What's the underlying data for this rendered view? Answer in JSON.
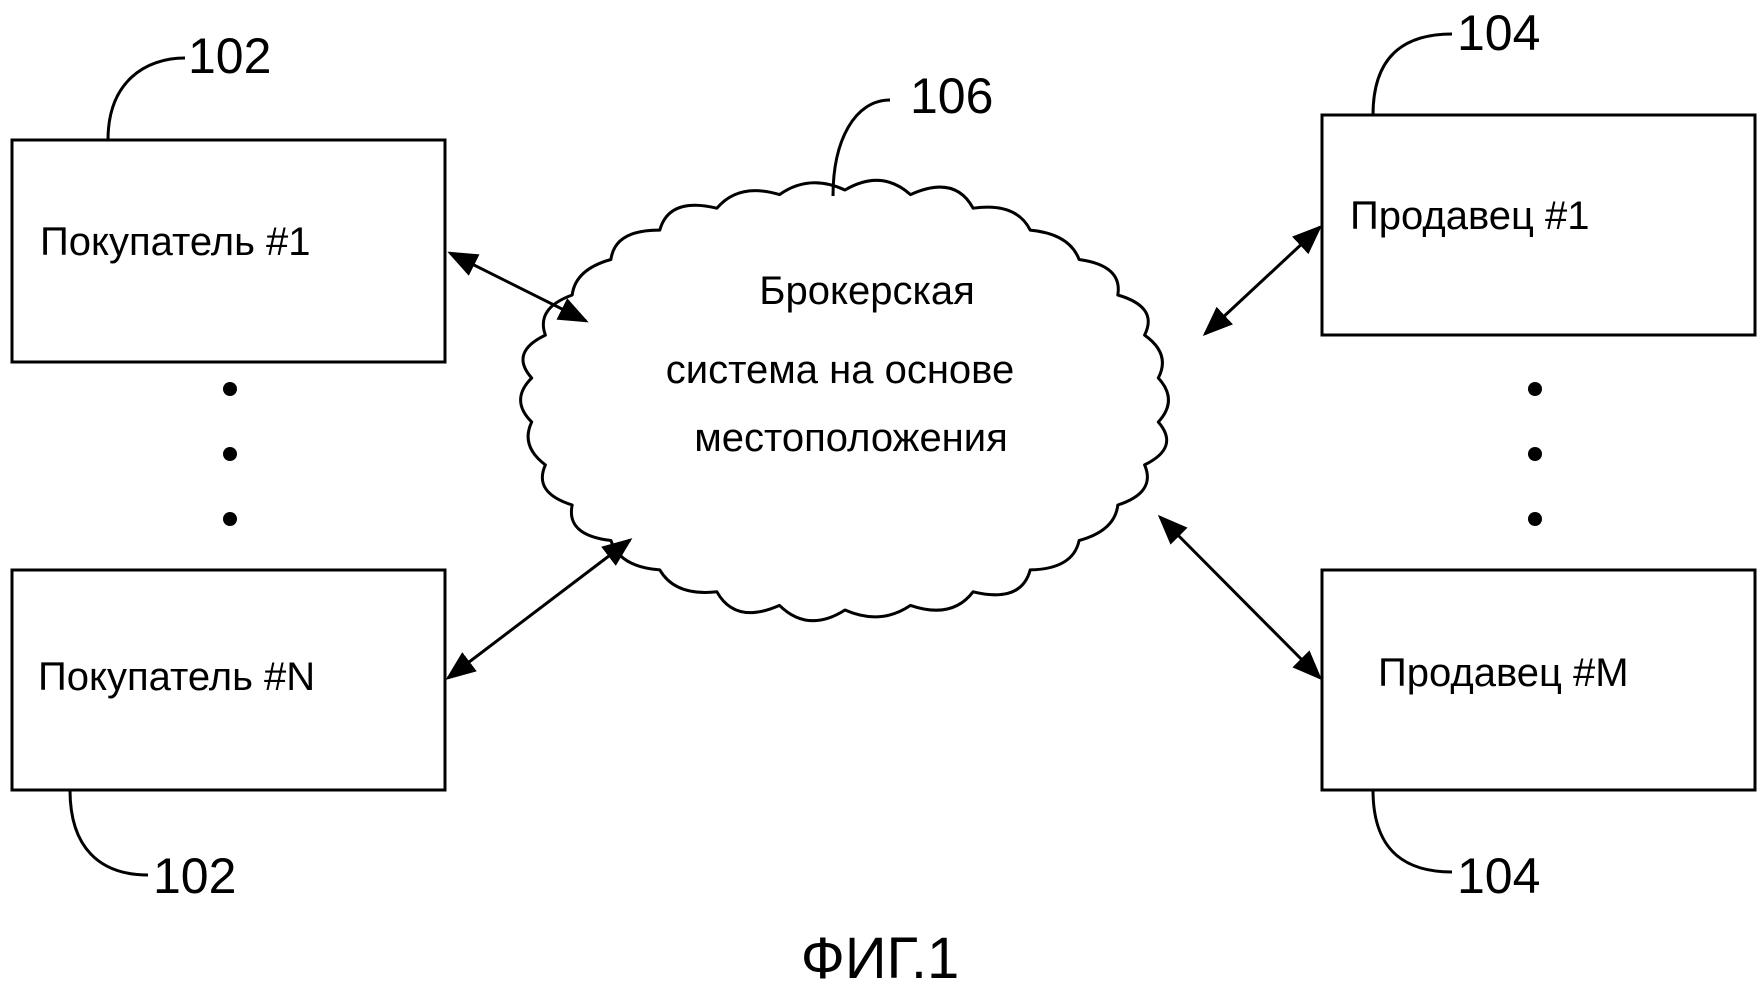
{
  "figure_caption": "ФИГ.1",
  "buyers": [
    {
      "label": "Покупатель #1",
      "ref": "102"
    },
    {
      "label": "Покупатель #N",
      "ref": "102"
    }
  ],
  "sellers": [
    {
      "label": "Продавец #1",
      "ref": "104"
    },
    {
      "label": "Продавец #M",
      "ref": "104"
    }
  ],
  "broker": {
    "ref": "106",
    "lines": [
      "Брокерская",
      "система на основе",
      "местоположения"
    ]
  }
}
